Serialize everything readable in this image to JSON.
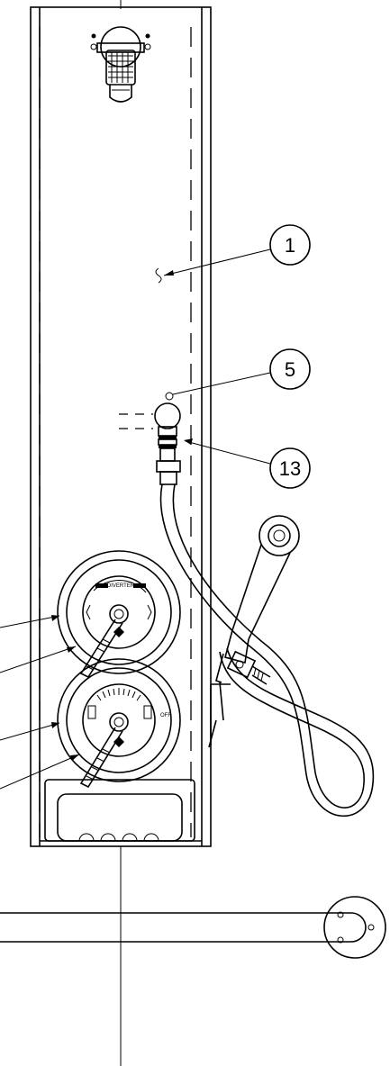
{
  "callouts": [
    {
      "label": "1"
    },
    {
      "label": "5"
    },
    {
      "label": "13"
    }
  ],
  "valve_upper": {
    "text_top": "DIVERTER"
  },
  "valve_lower": {
    "text_right": "OFF"
  }
}
